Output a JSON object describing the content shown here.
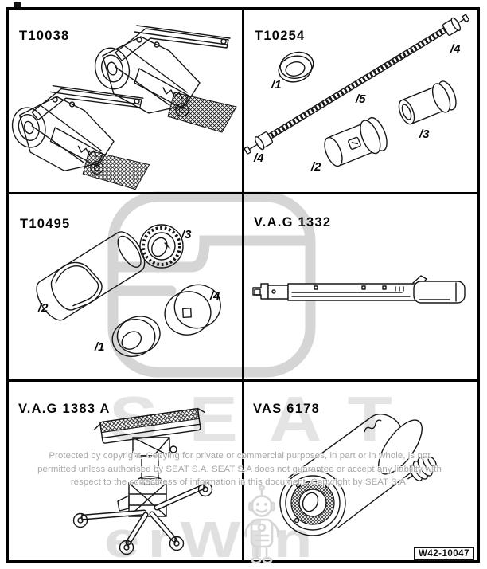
{
  "figure": {
    "code": "W42-10047"
  },
  "cells": [
    {
      "label": "T10038",
      "items": []
    },
    {
      "label": "T10254",
      "items": [
        "/1",
        "/2",
        "/3",
        "/4",
        "/4",
        "/5"
      ]
    },
    {
      "label": "T10495",
      "items": [
        "/1",
        "/2",
        "/3",
        "/4"
      ]
    },
    {
      "label": "V.A.G 1332",
      "items": []
    },
    {
      "label": "V.A.G 1383 A",
      "items": []
    },
    {
      "label": "VAS 6178",
      "items": []
    }
  ],
  "watermarks": {
    "brand": "SEAT",
    "portal": "erWin",
    "copyright_line1": "Protected by copyright. Copying for private or commercial purposes, in part or in whole, is not",
    "copyright_line2": "permitted unless authorised by SEAT S.A. SEAT S.A does not guarantee or accept any liability with",
    "copyright_line3": "respect to the correctness of information in this document. Copyright by SEAT S.A."
  },
  "colors": {
    "ink": "#161616",
    "watermark_text": "#e4e4e4",
    "watermark_logo": "#d5d5d5",
    "copyright_gray": "#a8a8a8"
  }
}
